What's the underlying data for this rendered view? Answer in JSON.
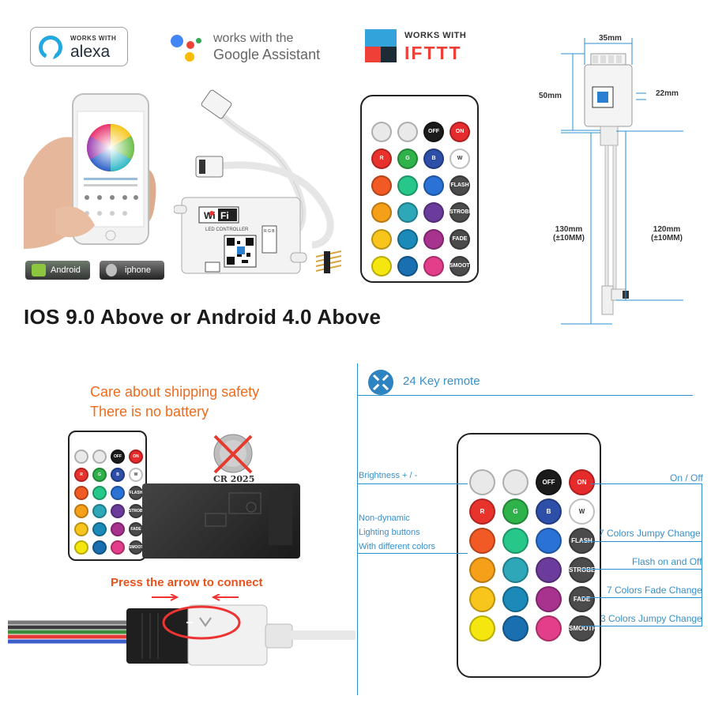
{
  "badges": {
    "alexa": {
      "small": "WORKS WITH",
      "big": "alexa"
    },
    "google": {
      "line1": "works with the",
      "line2": "Google Assistant"
    },
    "ifttt": {
      "small": "WORKS WITH",
      "big": "IFTTT"
    }
  },
  "platforms": {
    "android": "Android",
    "iphone": "iphone"
  },
  "headline": "IOS 9.0 Above or Android 4.0 Above",
  "dimensions": {
    "width": "35mm",
    "height": "50mm",
    "depth": "22mm",
    "cable_left": [
      "130mm",
      "(±10MM)"
    ],
    "cable_right": [
      "120mm",
      "(±10MM)"
    ]
  },
  "controller": {
    "brand_left": "Wi",
    "brand_right": "Fi",
    "sub": "LED CONTROLLER",
    "pins": "R G B"
  },
  "remote": {
    "top_row": [
      "",
      "",
      "OFF",
      "ON"
    ],
    "rgbw": [
      "R",
      "G",
      "B",
      "W"
    ],
    "side": [
      "FLASH",
      "STROBE",
      "FADE",
      "SMOOTH"
    ]
  },
  "shipping": {
    "line1": "Care about shipping safety",
    "line2": "There is no battery",
    "battery_label": "CR 2025",
    "press": "Press the arrow to connect"
  },
  "remote_diagram": {
    "title": "24 Key remote",
    "left_labels": [
      "Brightness + / -",
      "Non-dynamic",
      "Lighting buttons",
      "With different colors"
    ],
    "right_labels": [
      "On / Off",
      "7 Colors Jumpy Change",
      "Flash on and Off",
      "7 Colors Fade Change",
      "3 Colors Jumpy Change"
    ]
  },
  "colors": {
    "accent_blue": "#3a8fc7",
    "warning_orange": "#ef6b1c",
    "remote_grid": [
      [
        "#e8322c",
        "#2fb24a",
        "#2e4fa8",
        "#ffffff"
      ],
      [
        "#f15a24",
        "#27c78a",
        "#2a72d6",
        "#4b4b4b"
      ],
      [
        "#f6a01a",
        "#2ea7b8",
        "#6b3c9b",
        "#4b4b4b"
      ],
      [
        "#f7c51c",
        "#1c8ab8",
        "#a7338f",
        "#4b4b4b"
      ],
      [
        "#f4e60e",
        "#1a6fb0",
        "#e23e8a",
        "#4b4b4b"
      ]
    ]
  }
}
